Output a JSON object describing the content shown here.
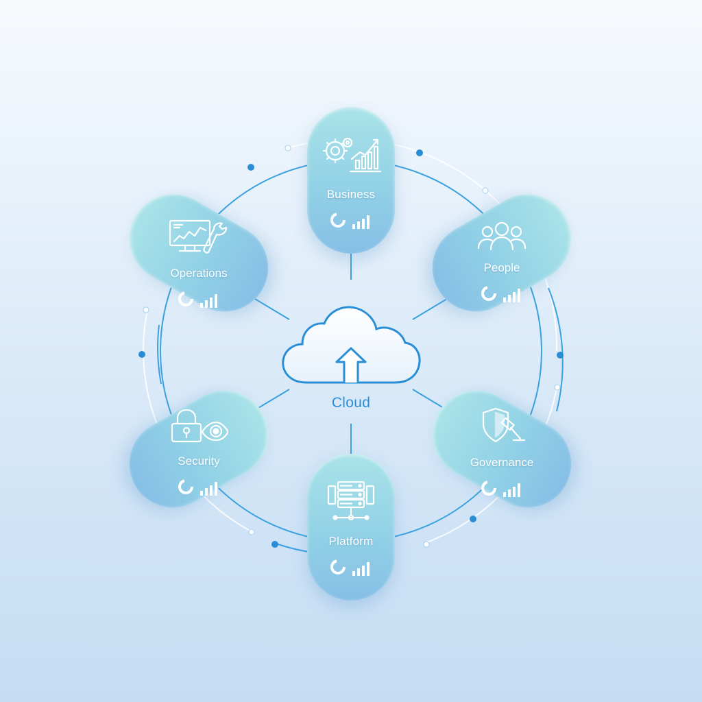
{
  "center": {
    "label": "Cloud",
    "icon": "cloud-upload-icon"
  },
  "nodes": [
    {
      "id": "business",
      "label": "Business",
      "icon": "gears-growth-chart-icon"
    },
    {
      "id": "people",
      "label": "People",
      "icon": "people-group-icon"
    },
    {
      "id": "governance",
      "label": "Governance",
      "icon": "shield-gavel-icon"
    },
    {
      "id": "platform",
      "label": "Platform",
      "icon": "server-network-icon"
    },
    {
      "id": "security",
      "label": "Security",
      "icon": "padlock-eye-icon"
    },
    {
      "id": "operations",
      "label": "Operations",
      "icon": "monitor-wrench-icon"
    }
  ],
  "colors": {
    "accent": "#2a8ed6",
    "ring": "#3aa1e0",
    "pill_top": "#a9e3e8",
    "pill_bottom": "#86bfe6",
    "icon_stroke": "#ffffff"
  }
}
